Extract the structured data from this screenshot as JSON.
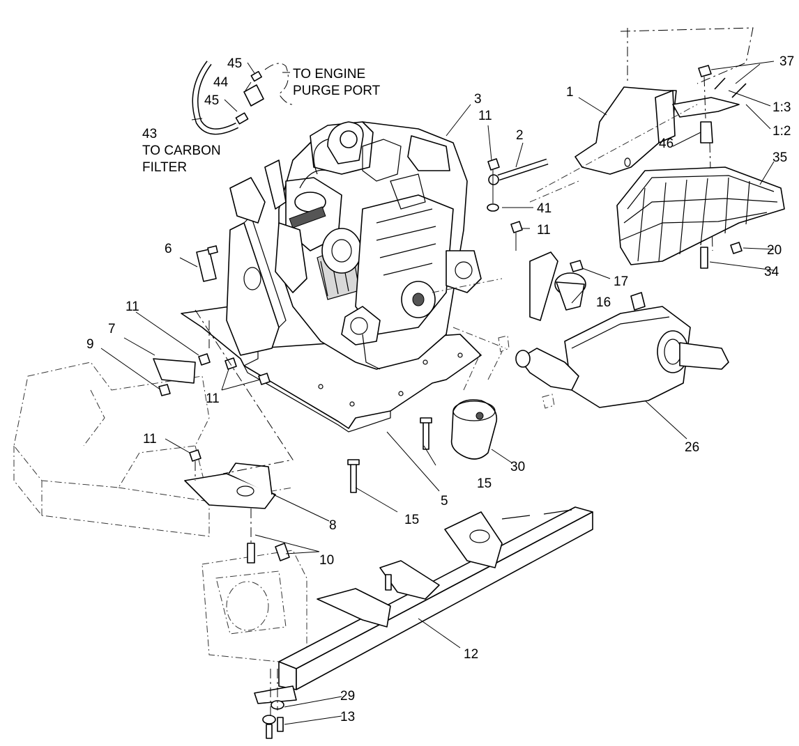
{
  "labels": {
    "p1": "1",
    "p2": "2",
    "p3": "3",
    "p5": "5",
    "p6": "6",
    "p7": "7",
    "p8": "8",
    "p9": "9",
    "p10": "10",
    "p11a": "11",
    "p11b": "11",
    "p11c": "11",
    "p11d": "11",
    "p11e": "11",
    "p12": "12",
    "p13": "13",
    "p15a": "15",
    "p15b": "15",
    "p16": "16",
    "p17": "17",
    "p20": "20",
    "p26": "26",
    "p29": "29",
    "p30": "30",
    "p34": "34",
    "p35": "35",
    "p37": "37",
    "p41": "41",
    "p43": "43",
    "p44": "44",
    "p45a": "45",
    "p45b": "45",
    "p46": "46",
    "p1_2": "1:2",
    "p1_3": "1:3"
  },
  "notes": {
    "engine_purge_line1": "TO ENGINE",
    "engine_purge_line2": "PURGE PORT",
    "carbon_line1": "TO CARBON",
    "carbon_line2": "FILTER"
  }
}
